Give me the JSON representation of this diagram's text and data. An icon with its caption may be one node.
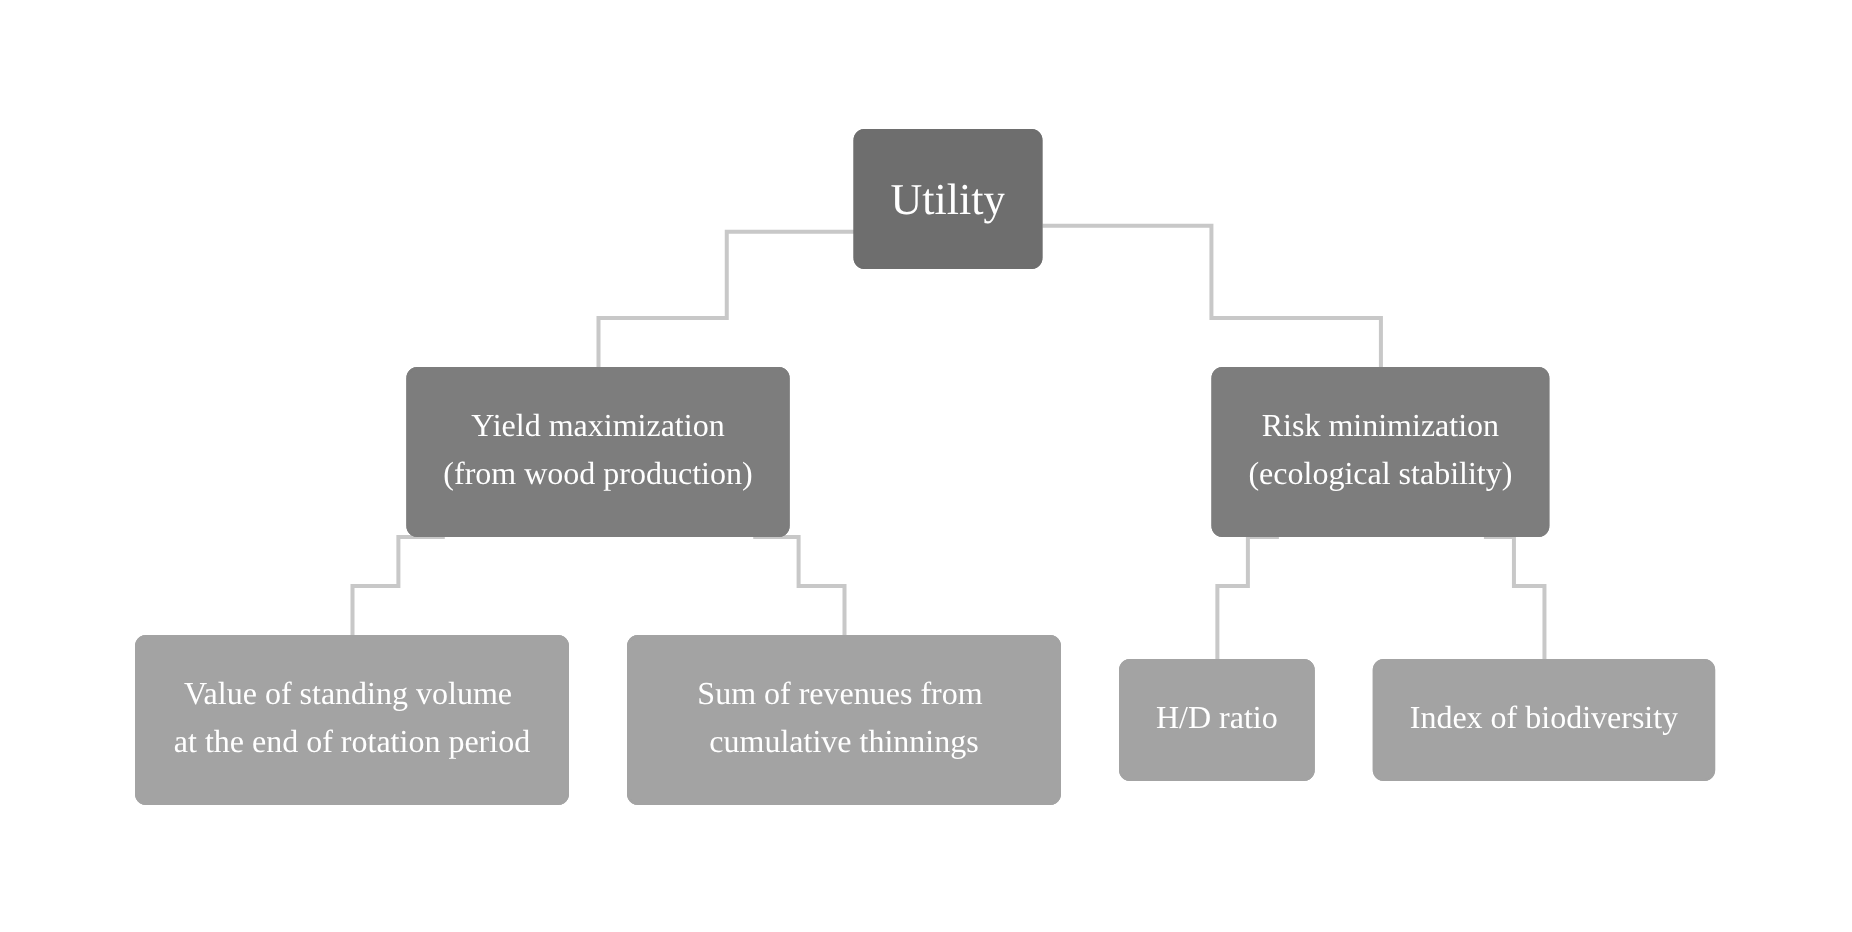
{
  "diagram": {
    "nodes": [
      {
        "text": [
          "Utility"
        ]
      },
      {
        "text": [
          "Yield maximization",
          "(from wood production)"
        ]
      },
      {
        "text": [
          "Risk minimization",
          "(ecological stability)"
        ]
      },
      {
        "text": [
          "Value of standing volume at the end of rotation period"
        ]
      },
      {
        "text": [
          "Sum of revenues from cumulative thinnings"
        ]
      },
      {
        "text": [
          "H/D ratio"
        ]
      },
      {
        "text": [
          "Index of biodiversity"
        ]
      }
    ],
    "edges": [
      {
        "from": 0,
        "to": 1,
        "arrow": "none"
      },
      {
        "from": 0,
        "to": 2,
        "arrow": "none"
      },
      {
        "from": 1,
        "to": 3,
        "arrow": "none"
      },
      {
        "from": 1,
        "to": 4,
        "arrow": "none"
      },
      {
        "from": 2,
        "to": 5,
        "arrow": "none"
      },
      {
        "from": 2,
        "to": 6,
        "arrow": "none"
      }
    ]
  }
}
